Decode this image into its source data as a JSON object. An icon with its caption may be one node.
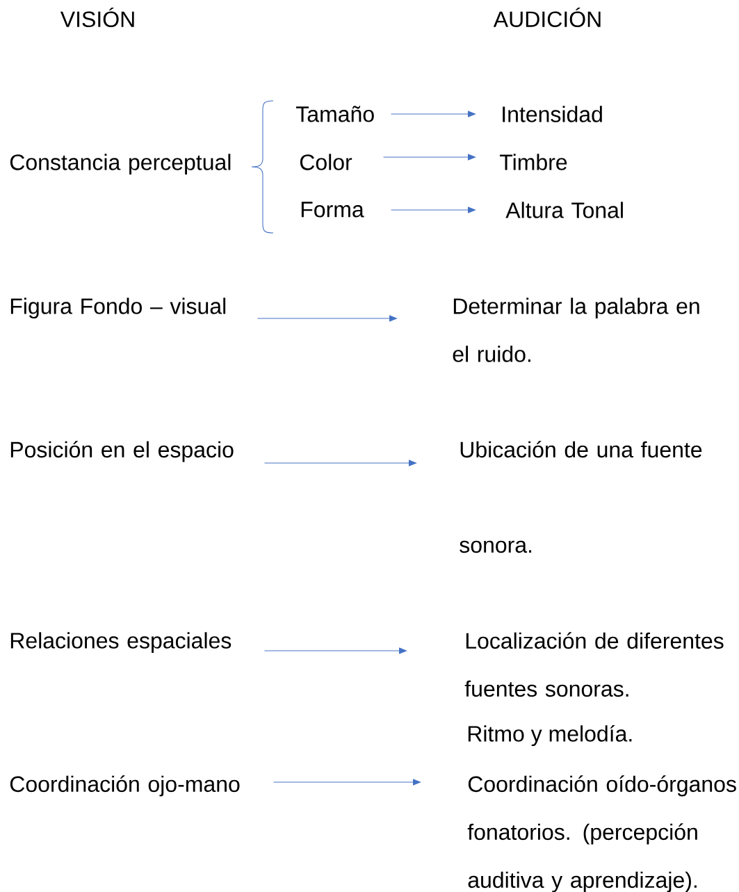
{
  "diagram": {
    "nodes": [
      {
        "text": [
          "Constancia perceptual"
        ]
      },
      {
        "text": [
          "Tamaño"
        ]
      },
      {
        "text": [
          "Color"
        ]
      },
      {
        "text": [
          "Forma"
        ]
      },
      {
        "text": [
          "Intensidad"
        ]
      },
      {
        "text": [
          "Timbre"
        ]
      },
      {
        "text": [
          "Altura Tonal"
        ]
      },
      {
        "text": [
          "Figura Fondo – visual"
        ]
      },
      {
        "text": [
          "Determinar la palabra en el ruido."
        ]
      },
      {
        "text": [
          "Posición en el espacio"
        ]
      },
      {
        "text": [
          "Ubicación de una fuente sonora."
        ]
      },
      {
        "text": [
          "Relaciones espaciales"
        ]
      },
      {
        "text": [
          "Localización de diferentes fuentes sonoras."
        ]
      },
      {
        "text": [
          "Coordinación ojo-mano"
        ]
      },
      {
        "text": [
          "Coordinación oído-órganos fonatorios. (percepción auditiva y aprendizaje)."
        ]
      }
    ],
    "edges": [
      {
        "from": 1,
        "to": 4,
        "arrow": "to"
      },
      {
        "from": 2,
        "to": 5,
        "arrow": "to"
      },
      {
        "from": 3,
        "to": 6,
        "arrow": "to"
      },
      {
        "from": 7,
        "to": 8,
        "arrow": "to"
      },
      {
        "from": 9,
        "to": 10,
        "arrow": "to"
      },
      {
        "from": 11,
        "to": 12,
        "arrow": "to"
      },
      {
        "from": 13,
        "to": 14,
        "arrow": "to"
      }
    ],
    "labels": [
      "VISIÓN",
      "AUDICIÓN",
      "Ritmo y melodía."
    ]
  }
}
